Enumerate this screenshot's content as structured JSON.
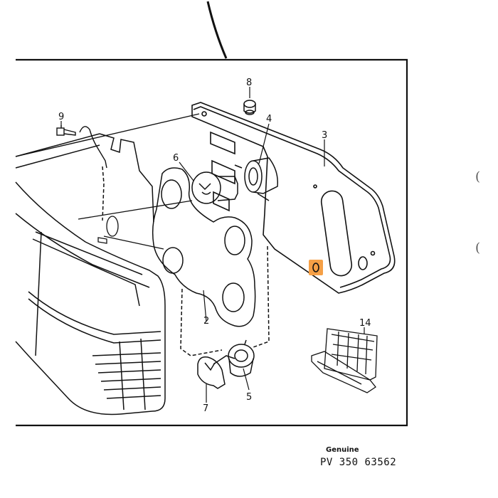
{
  "diagram": {
    "part_labels": {
      "p2": "2",
      "p3": "3",
      "p4": "4",
      "p5": "5",
      "p6": "6",
      "p7": "7",
      "p8": "8",
      "p9": "9",
      "p14": "14"
    },
    "highlight_color": "#f5a046"
  },
  "footer": {
    "brand": "Genuine",
    "part_number": "PV  350 63562"
  },
  "margin_marks": {
    "upper": "(",
    "lower": "("
  }
}
